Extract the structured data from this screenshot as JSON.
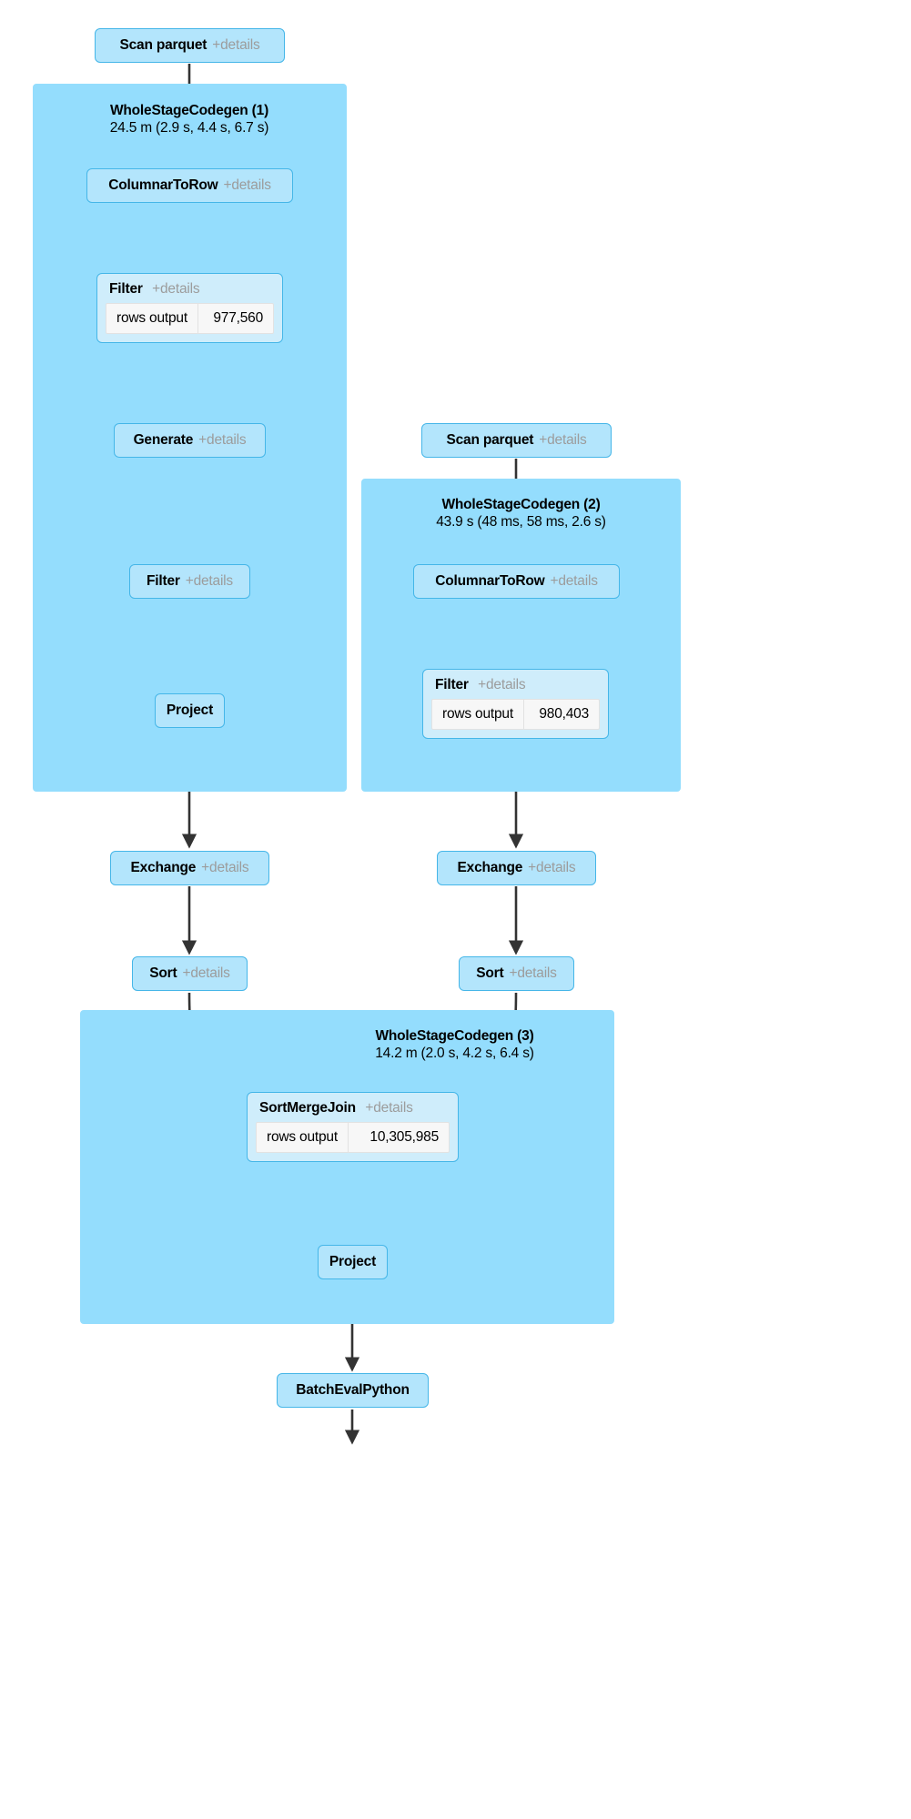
{
  "diagram": {
    "type": "spark-sql-physical-plan-dag",
    "colors": {
      "stage_background": "#94ddfd",
      "node_background": "#b3e5fc",
      "node_border": "#45b6e8",
      "metric_node_background": "#cfedfb",
      "metric_table_background": "#f7f7f7",
      "details_link": "#9c9c9c",
      "edge": "#333333",
      "page_background": "#ffffff"
    },
    "details_label": "+details",
    "stages": [
      {
        "id": "wholestagecodegen-1",
        "name": "WholeStageCodegen (1)",
        "time": "24.5 m (2.9 s, 4.4 s, 6.7 s)"
      },
      {
        "id": "wholestagecodegen-2",
        "name": "WholeStageCodegen (2)",
        "time": "43.9 s (48 ms, 58 ms, 2.6 s)"
      },
      {
        "id": "wholestagecodegen-3",
        "name": "WholeStageCodegen (3)",
        "time": "14.2 m (2.0 s, 4.2 s, 6.4 s)"
      }
    ],
    "nodes": [
      {
        "id": "scan-parquet-left",
        "label": "Scan parquet",
        "has_details": true
      },
      {
        "id": "columnar-to-row-left",
        "label": "ColumnarToRow",
        "has_details": true
      },
      {
        "id": "filter-left",
        "label": "Filter",
        "has_details": true,
        "metric": {
          "key": "rows output",
          "value": "977,560"
        }
      },
      {
        "id": "generate-left",
        "label": "Generate",
        "has_details": true
      },
      {
        "id": "filter-left-2",
        "label": "Filter",
        "has_details": true
      },
      {
        "id": "project-left",
        "label": "Project",
        "has_details": false
      },
      {
        "id": "exchange-left",
        "label": "Exchange",
        "has_details": true
      },
      {
        "id": "sort-left",
        "label": "Sort",
        "has_details": true
      },
      {
        "id": "scan-parquet-right",
        "label": "Scan parquet",
        "has_details": true
      },
      {
        "id": "columnar-to-row-right",
        "label": "ColumnarToRow",
        "has_details": true
      },
      {
        "id": "filter-right",
        "label": "Filter",
        "has_details": true,
        "metric": {
          "key": "rows output",
          "value": "980,403"
        }
      },
      {
        "id": "exchange-right",
        "label": "Exchange",
        "has_details": true
      },
      {
        "id": "sort-right",
        "label": "Sort",
        "has_details": true
      },
      {
        "id": "sort-merge-join",
        "label": "SortMergeJoin",
        "has_details": true,
        "metric": {
          "key": "rows output",
          "value": "10,305,985"
        }
      },
      {
        "id": "project-join",
        "label": "Project",
        "has_details": false
      },
      {
        "id": "batch-eval-python",
        "label": "BatchEvalPython",
        "has_details": false
      }
    ]
  }
}
